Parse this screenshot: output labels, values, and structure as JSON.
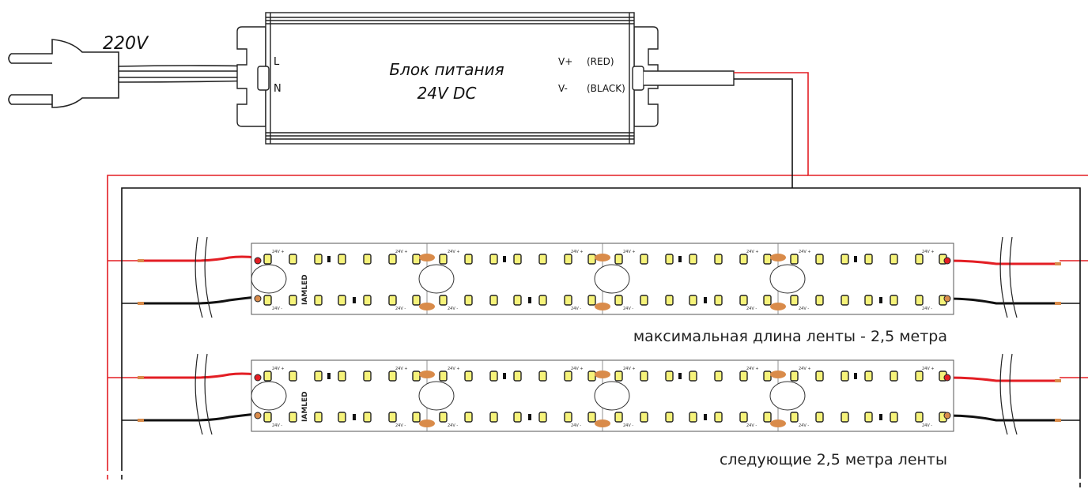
{
  "plug": {
    "voltage": "220V"
  },
  "psu": {
    "title_line1": "Блок питания",
    "title_line2": "24V DC",
    "in_l": "L",
    "in_n": "N",
    "out_pos": "V+",
    "out_neg": "V-",
    "out_pos_color": "(RED)",
    "out_neg_color": "(BLACK)"
  },
  "strip": {
    "brand": "IAMLED",
    "pad_pos": "24V +",
    "pad_neg": "24V -"
  },
  "captions": {
    "max_length": "максимальная длина ленты - 2,5 метра",
    "next_strip": "следующие 2,5 метра ленты"
  },
  "colors": {
    "positive_wire": "#e31e24",
    "negative_wire": "#111111",
    "led_fill": "#f6f37a",
    "solder_pad": "#d98b4a",
    "psu_body": "#ffffff"
  }
}
